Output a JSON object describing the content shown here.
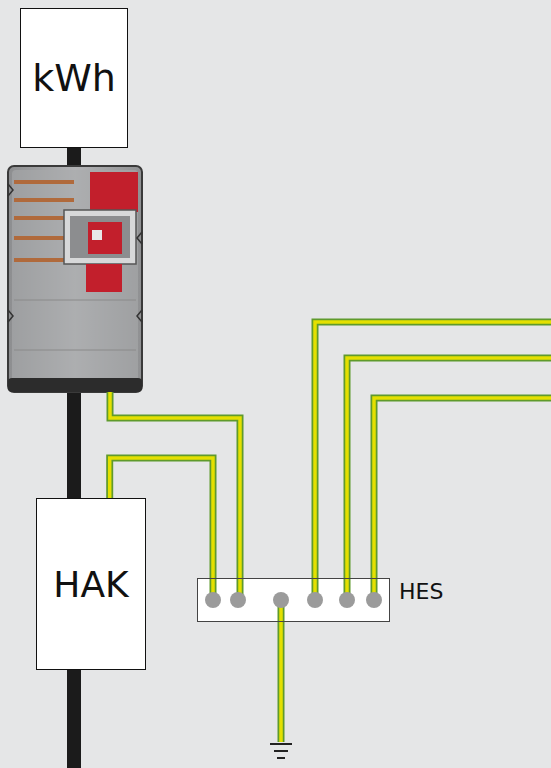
{
  "diagram": {
    "nodes": [
      {
        "text": [
          "kWh"
        ]
      },
      {
        "text": [
          "HAK"
        ]
      },
      {
        "text": [
          "HES"
        ]
      }
    ],
    "edges": [
      {
        "from": 1,
        "to": 2,
        "arrow": "none"
      }
    ]
  }
}
